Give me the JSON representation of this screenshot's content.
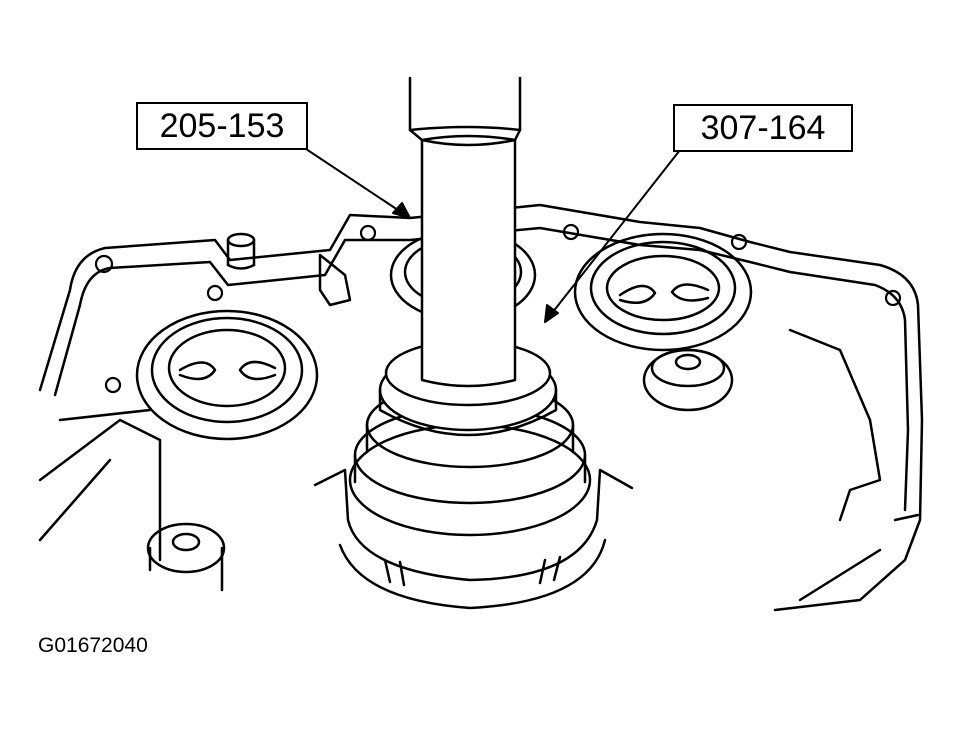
{
  "callouts": {
    "tool_a": "205-153",
    "tool_b": "307-164"
  },
  "figure_id": "G01672040",
  "colors": {
    "line": "#000000",
    "background": "#ffffff"
  }
}
